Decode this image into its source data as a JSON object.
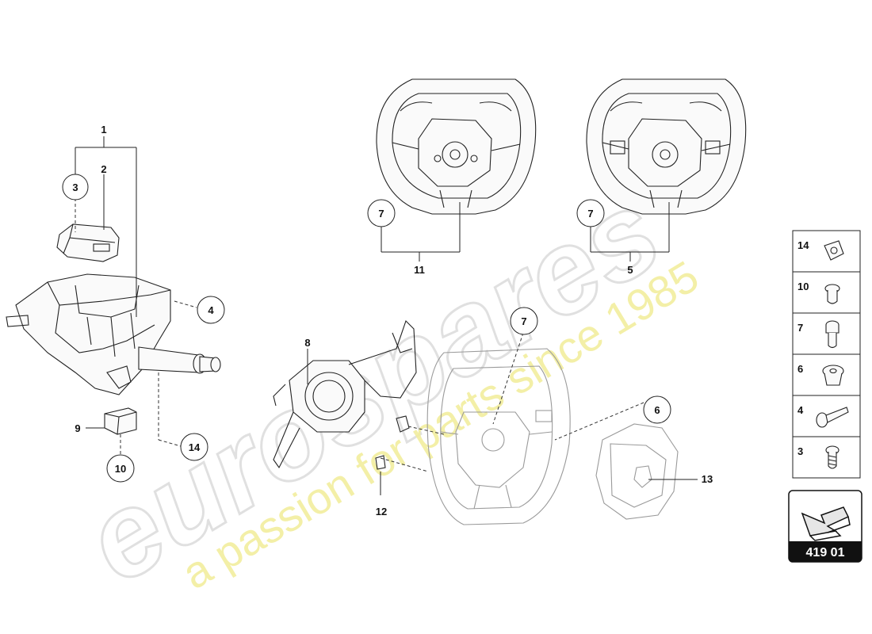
{
  "watermark": {
    "brand": "eurospares",
    "tagline": "a passion for parts since 1985"
  },
  "callouts": {
    "c1": "1",
    "c2": "2",
    "c3": "3",
    "c4": "4",
    "c5": "5",
    "c6": "6",
    "c7a": "7",
    "c7b": "7",
    "c7c": "7",
    "c8": "8",
    "c9": "9",
    "c10": "10",
    "c11": "11",
    "c12": "12",
    "c13": "13",
    "c14": "14"
  },
  "legend": {
    "items": [
      {
        "num": "14",
        "icon": "clip-nut-icon"
      },
      {
        "num": "10",
        "icon": "flange-bolt-icon"
      },
      {
        "num": "7",
        "icon": "torx-bolt-icon"
      },
      {
        "num": "6",
        "icon": "nut-icon"
      },
      {
        "num": "4",
        "icon": "shear-bolt-icon"
      },
      {
        "num": "3",
        "icon": "screw-icon"
      }
    ]
  },
  "page_code": "419 01",
  "colors": {
    "watermark_brand": "#d9d9d9",
    "watermark_tagline": "#f2ee9e",
    "page_box": "#111111"
  }
}
